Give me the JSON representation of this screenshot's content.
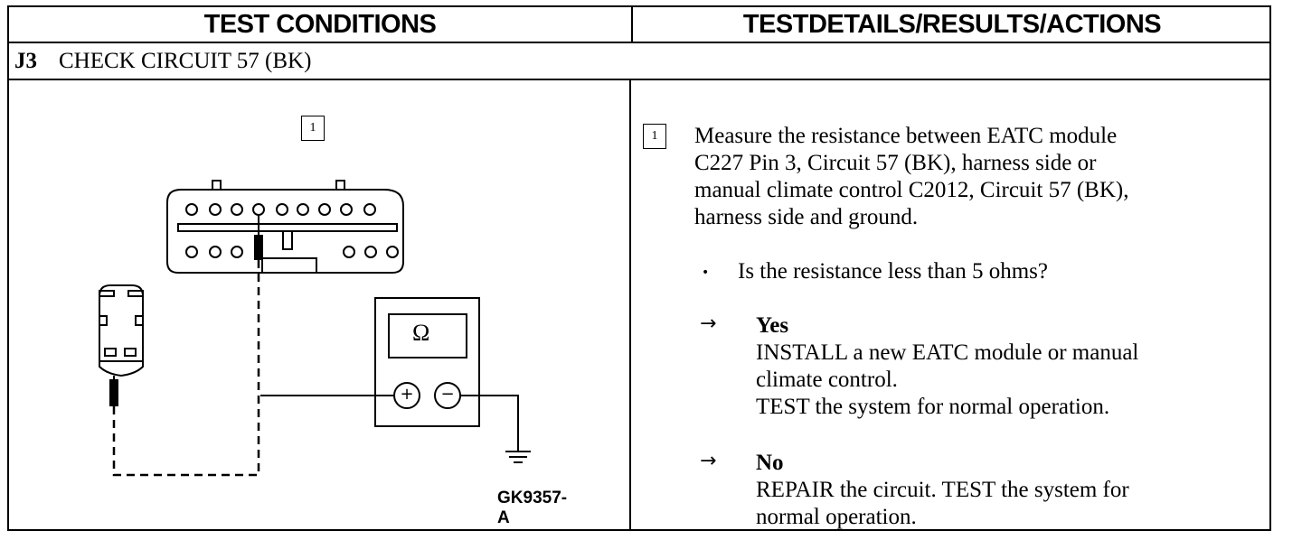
{
  "header": {
    "left": "TEST CONDITIONS",
    "right": "TESTDETAILS/RESULTS/ACTIONS"
  },
  "step": {
    "code": "J3",
    "title": "CHECK CIRCUIT 57 (BK)"
  },
  "diagram": {
    "step_box": "1",
    "meter_symbol": "Ω",
    "plus_symbol": "+",
    "minus_symbol": "−",
    "figure_id": "GK9357-A"
  },
  "details": {
    "step_box": "1",
    "instruction_lines": [
      "Measure the resistance between EATC module",
      "C227 Pin 3, Circuit 57 (BK), harness side or",
      "manual climate control C2012, Circuit 57 (BK),",
      "harness side and ground."
    ],
    "question": "Is the resistance less than 5 ohms?",
    "bullet": "•",
    "arrow": "→",
    "yes": {
      "label": "Yes",
      "lines": [
        "INSTALL a new EATC module or manual",
        "climate control.",
        "TEST the system for normal operation."
      ]
    },
    "no": {
      "label": "No",
      "lines": [
        "REPAIR the circuit. TEST the system for",
        "normal operation."
      ]
    }
  }
}
